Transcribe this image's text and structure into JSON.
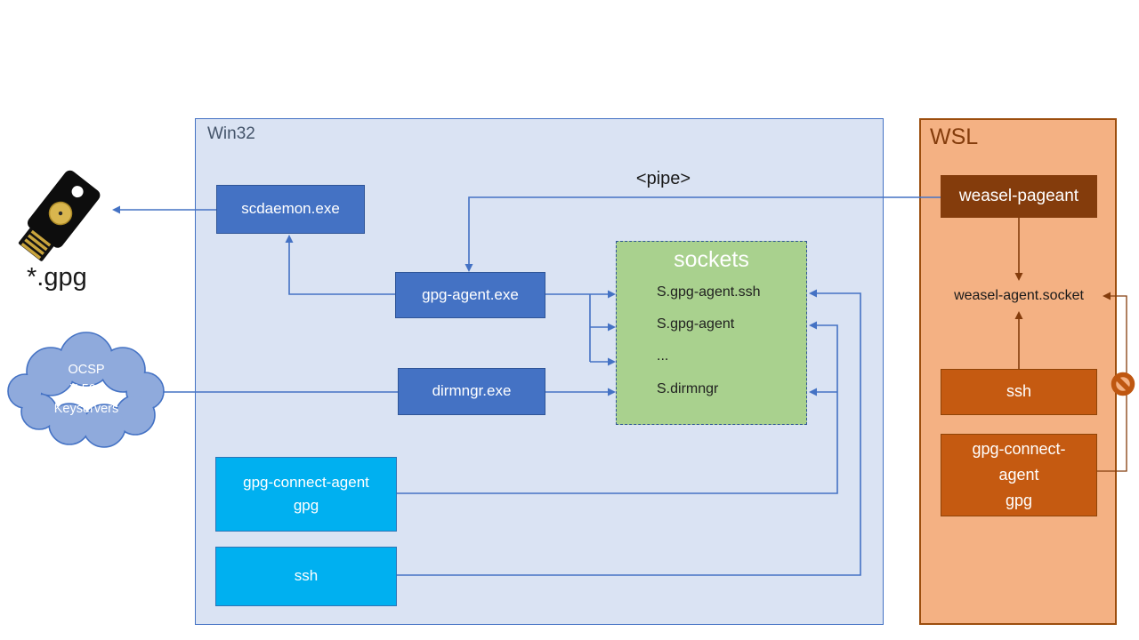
{
  "colors": {
    "win32_fill": "#DAE3F3",
    "win32_border": "#4472C4",
    "blue_box": "#4472C4",
    "blue_box_border": "#2F5597",
    "cyan_box": "#00B0F0",
    "cyan_box_border": "#2E75B6",
    "sockets_fill": "#A9D18E",
    "sockets_border": "#2F5597",
    "wsl_fill": "#F4B183",
    "wsl_border": "#9C4E0E",
    "dark_brown_box": "#843C0C",
    "orange_box": "#C55A11",
    "orange_box_border": "#8F4407",
    "arrow_blue": "#4472C4",
    "arrow_brown": "#843C0C",
    "cloud_fill": "#8FAADC",
    "cloud_border": "#4472C4"
  },
  "external": {
    "gpg_files_label": "*.gpg",
    "pipe_label": "<pipe>",
    "cloud": {
      "lines": [
        "OCSP",
        "X.509",
        "Keyservers"
      ]
    }
  },
  "win32": {
    "label": "Win32",
    "scdaemon": "scdaemon.exe",
    "gpg_agent": "gpg-agent.exe",
    "dirmngr": "dirmngr.exe",
    "gpg_connect_agent": {
      "line1": "gpg-connect-agent",
      "line2": "gpg"
    },
    "ssh": "ssh"
  },
  "sockets": {
    "title": "sockets",
    "entries": [
      "S.gpg-agent.ssh",
      "S.gpg-agent",
      "...",
      "S.dirmngr"
    ]
  },
  "wsl": {
    "label": "WSL",
    "weasel_pageant": "weasel-pageant",
    "weasel_agent_socket": "weasel-agent.socket",
    "ssh": "ssh",
    "gpg_connect_agent": {
      "line1": "gpg-connect-",
      "line2": "agent",
      "line3": "gpg"
    }
  }
}
